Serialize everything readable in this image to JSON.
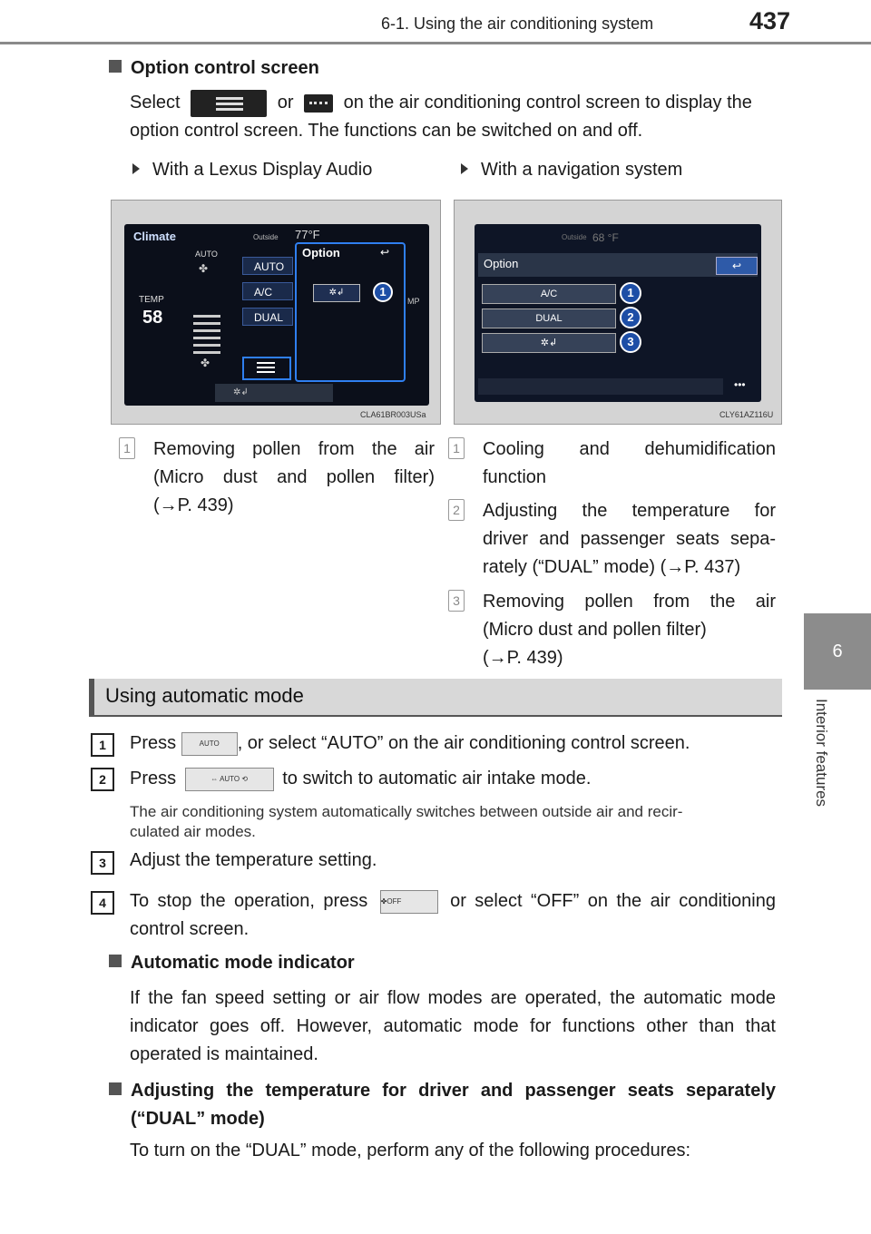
{
  "header": {
    "section": "6-1. Using the air conditioning system",
    "page": "437"
  },
  "side_tab": {
    "number": "6",
    "label": "Interior features"
  },
  "option_screen": {
    "heading": "Option control screen",
    "select_word": "Select",
    "or_word": "or",
    "text_after": "on the air conditioning control screen to display the",
    "text_line2": "option control screen. The functions can be switched on and off."
  },
  "left_col": {
    "title": "With a Lexus Display Audio",
    "image_code": "CLA61BR003USa",
    "screen": {
      "climate": "Climate",
      "outside": "Outside",
      "temp_out": "77°F",
      "option": "Option",
      "auto": "AUTO",
      "ac": "A/C",
      "dual": "DUAL",
      "temp_label": "TEMP",
      "temp_value": "58",
      "auto_small": "AUTO",
      "mp": "MP",
      "callout": "1"
    },
    "items": [
      {
        "num": "1",
        "lines": [
          "Removing pollen from the air",
          "(Micro dust and pollen filter)",
          "(→P. 439)"
        ]
      }
    ]
  },
  "right_col": {
    "title": "With a navigation system",
    "image_code": "CLY61AZ116U",
    "screen": {
      "option": "Option",
      "outside": "Outside",
      "temp_out": "68 °F",
      "ac": "A/C",
      "dual": "DUAL",
      "callouts": [
        "1",
        "2",
        "3"
      ],
      "more": "•••"
    },
    "items": [
      {
        "num": "1",
        "lines": [
          "Cooling and dehumidification",
          "function"
        ]
      },
      {
        "num": "2",
        "lines": [
          "Adjusting the temperature for",
          "driver and passenger seats sepa-",
          "rately (“DUAL” mode) (→P. 437)"
        ]
      },
      {
        "num": "3",
        "lines": [
          "Removing pollen from the air",
          "(Micro dust and pollen filter)",
          "(→P. 439)"
        ]
      }
    ]
  },
  "auto_mode": {
    "title": "Using automatic mode",
    "steps": [
      {
        "num": "1",
        "pre": "Press",
        "btn": "AUTO",
        "post": ", or select “AUTO” on the air conditioning control screen."
      },
      {
        "num": "2",
        "pre": "Press",
        "btn": "AUTO",
        "post": "to switch to automatic air intake mode.",
        "note1": "The air conditioning system automatically switches between outside air and recir-",
        "note2": "culated air modes."
      },
      {
        "num": "3",
        "text": "Adjust the temperature setting."
      },
      {
        "num": "4",
        "pre": "To stop the operation, press",
        "btn": "OFF",
        "post": "or select “OFF” on the air conditioning",
        "line2": "control screen."
      }
    ]
  },
  "indicator": {
    "heading": "Automatic mode indicator",
    "lines": [
      "If the fan speed setting or air flow modes are operated, the automatic mode",
      "indicator goes off. However, automatic mode for functions other than that",
      "operated is maintained."
    ]
  },
  "dual": {
    "heading1": "Adjusting the temperature for driver and passenger seats separately",
    "heading2": "(“DUAL” mode)",
    "text": "To turn on the “DUAL” mode, perform any of the following procedures:"
  }
}
